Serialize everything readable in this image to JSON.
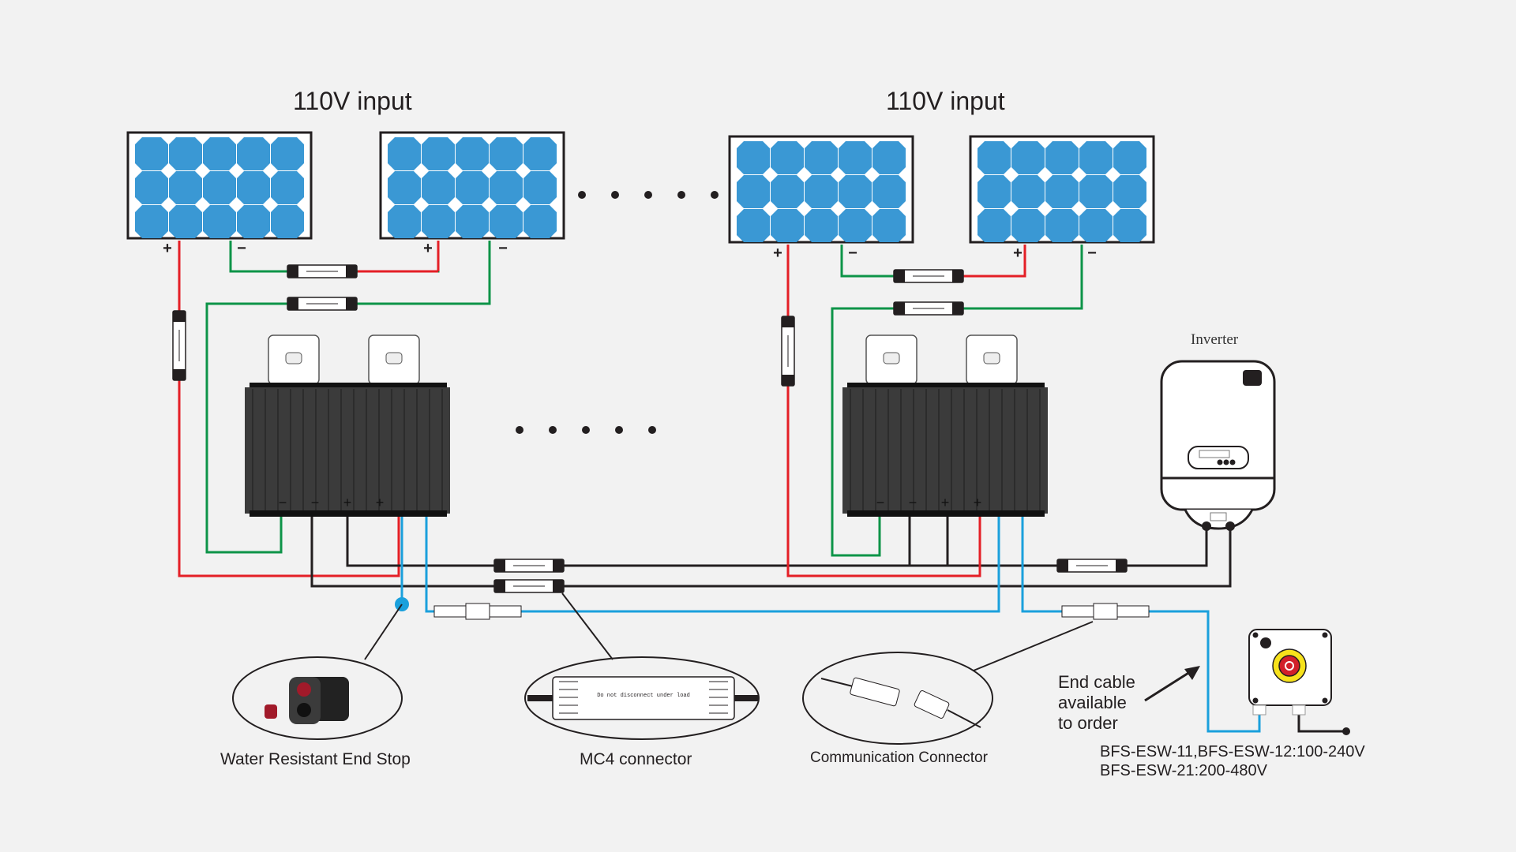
{
  "labels": {
    "left_group_title": "110V input",
    "right_group_title": "110V input",
    "inverter": "Inverter",
    "end_stop": "Water Resistant End Stop",
    "mc4": "MC4 connector",
    "mc4_inner_text": "Do not disconnect under load",
    "comm": "Communication Connector",
    "end_cable_note": "End cable\navailable\nto order",
    "models": "BFS-ESW-11,BFS-ESW-12:100-240V\nBFS-ESW-21:200-480V"
  },
  "polarity": {
    "plus": "+",
    "minus": "−"
  },
  "colors": {
    "positive": "#e41f26",
    "negative": "#0d9448",
    "comm": "#1aa0dc",
    "output": "#231f20",
    "cell": "#3a98d4",
    "switch_ring": "#f7e21b",
    "switch_btn": "#d2202a"
  },
  "components": [
    "solar-panel",
    "rapid-shutdown-box",
    "mc4-connector",
    "communication-connector",
    "inverter",
    "emergency-switch",
    "end-stop"
  ]
}
